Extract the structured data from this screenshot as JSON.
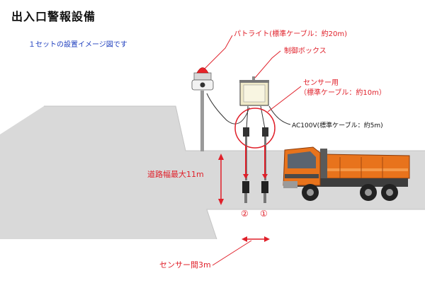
{
  "title": "出入口警報設備",
  "subtitle": "１セットの設置イメージ図です",
  "labels": {
    "patrol_light": "パトライト(標準ケーブル：約20m)",
    "control_box": "制御ボックス",
    "sensor_line1": "センサー用",
    "sensor_line2": "（標準ケーブル：約10m）",
    "ac_power": "AC100V(標準ケーブル：約5m)",
    "road_width": "道路幅最大11m",
    "sensor_2": "②",
    "sensor_1": "①",
    "sensor_spacing": "センサー間3m"
  },
  "colors": {
    "callout": "#e0202a",
    "road": "#d9d9d9",
    "truck_body": "#e8731c",
    "subtitle": "#1f3fbf"
  },
  "icons": [
    "patrol-light-icon",
    "control-box-icon",
    "sensor-icon",
    "dump-truck-icon"
  ]
}
